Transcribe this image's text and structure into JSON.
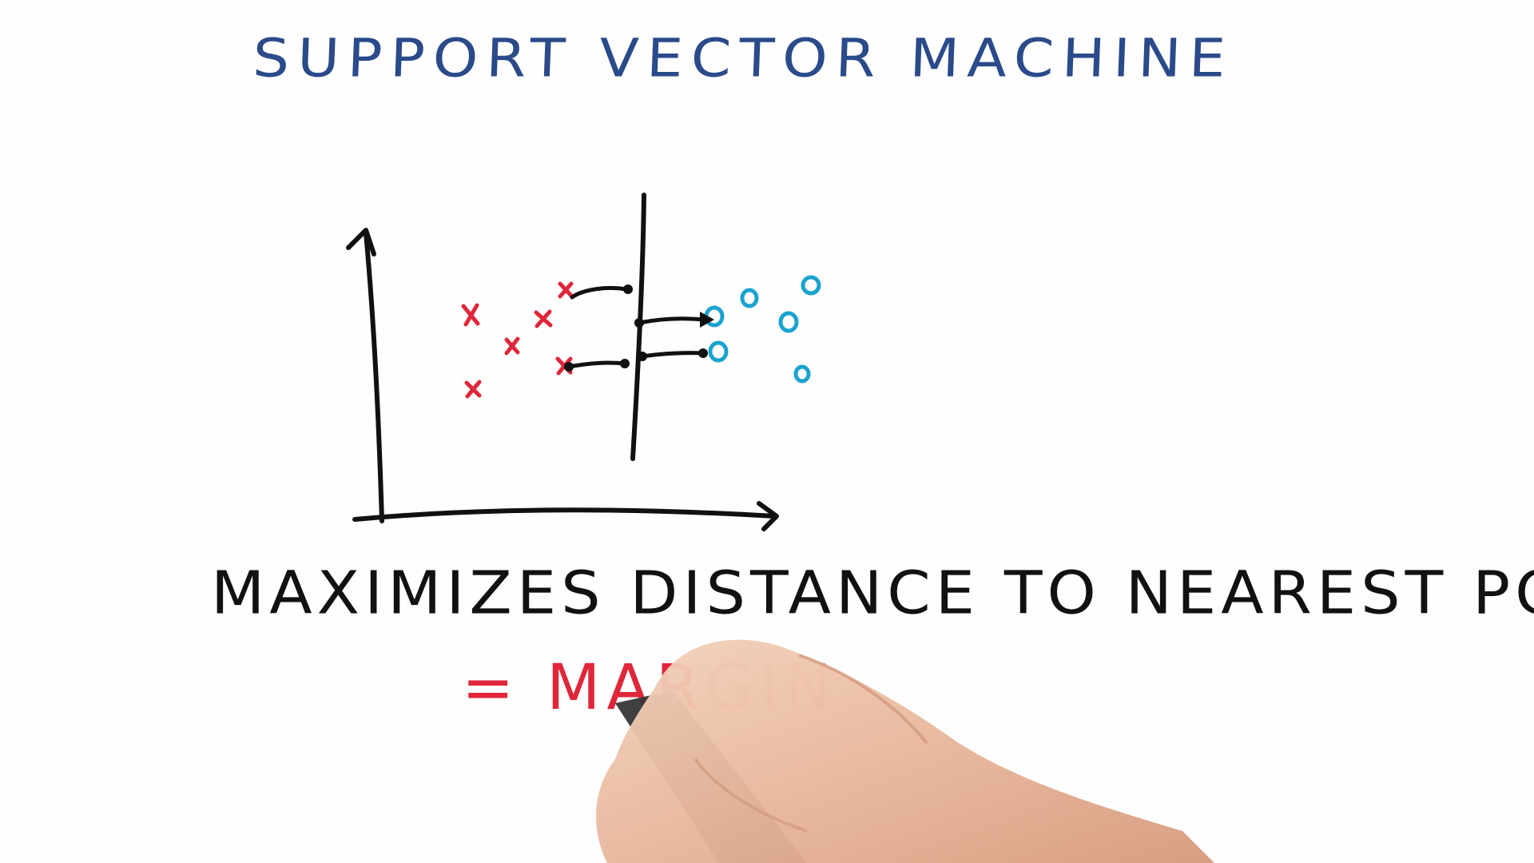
{
  "title": "SUPPORT VECTOR MACHINE",
  "caption": "MAXIMIZES DISTANCE TO NEAREST POINT",
  "result": {
    "equals": "=",
    "written": "MAR",
    "partial": "GIN"
  },
  "colors": {
    "title": "#2a4a8a",
    "ink": "#111111",
    "class_x": "#e0263a",
    "class_o": "#1ba3cf"
  },
  "icons": {
    "hand": "hand-holding-marker-icon"
  }
}
